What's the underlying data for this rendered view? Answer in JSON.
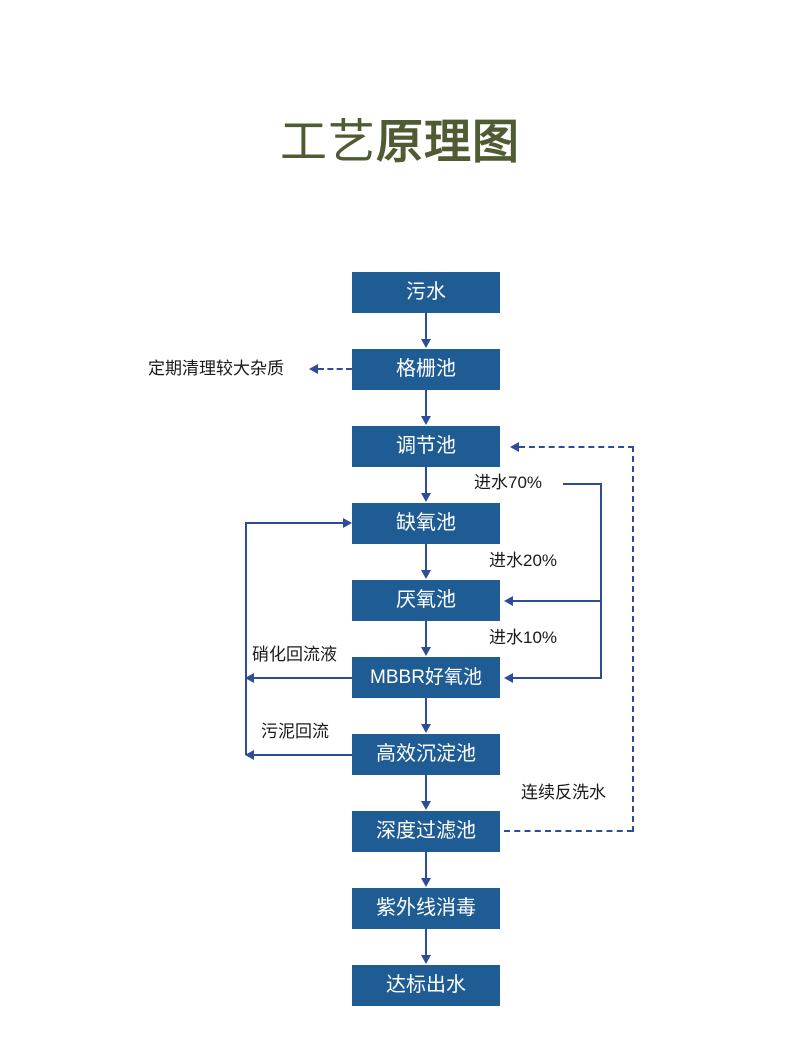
{
  "page": {
    "title_part_thin": "工艺",
    "title_part_bold": "原理图",
    "title_full": "工艺原理图",
    "title_color": "#4f5c33",
    "box_color": "#1f5c94",
    "line_color": "#2e4c9a",
    "background": "#ffffff"
  },
  "flow": {
    "nodes": [
      {
        "id": "sewage",
        "label": "污水"
      },
      {
        "id": "grille",
        "label": "格栅池"
      },
      {
        "id": "regulating",
        "label": "调节池"
      },
      {
        "id": "anoxic",
        "label": "缺氧池"
      },
      {
        "id": "anaerobic",
        "label": "厌氧池"
      },
      {
        "id": "mbbr",
        "label": "MBBR好氧池"
      },
      {
        "id": "sedimentation",
        "label": "高效沉淀池"
      },
      {
        "id": "filtration",
        "label": "深度过滤池"
      },
      {
        "id": "uv",
        "label": "紫外线消毒"
      },
      {
        "id": "effluent",
        "label": "达标出水"
      }
    ],
    "annotations": [
      {
        "id": "grit-removal",
        "label": "定期清理较大杂质"
      },
      {
        "id": "influent-70",
        "label": "进水70%"
      },
      {
        "id": "influent-20",
        "label": "进水20%"
      },
      {
        "id": "influent-10",
        "label": "进水10%"
      },
      {
        "id": "nitrate-reflux",
        "label": "硝化回流液"
      },
      {
        "id": "sludge-reflux",
        "label": "污泥回流"
      },
      {
        "id": "backwash-water",
        "label": "连续反洗水"
      }
    ]
  }
}
